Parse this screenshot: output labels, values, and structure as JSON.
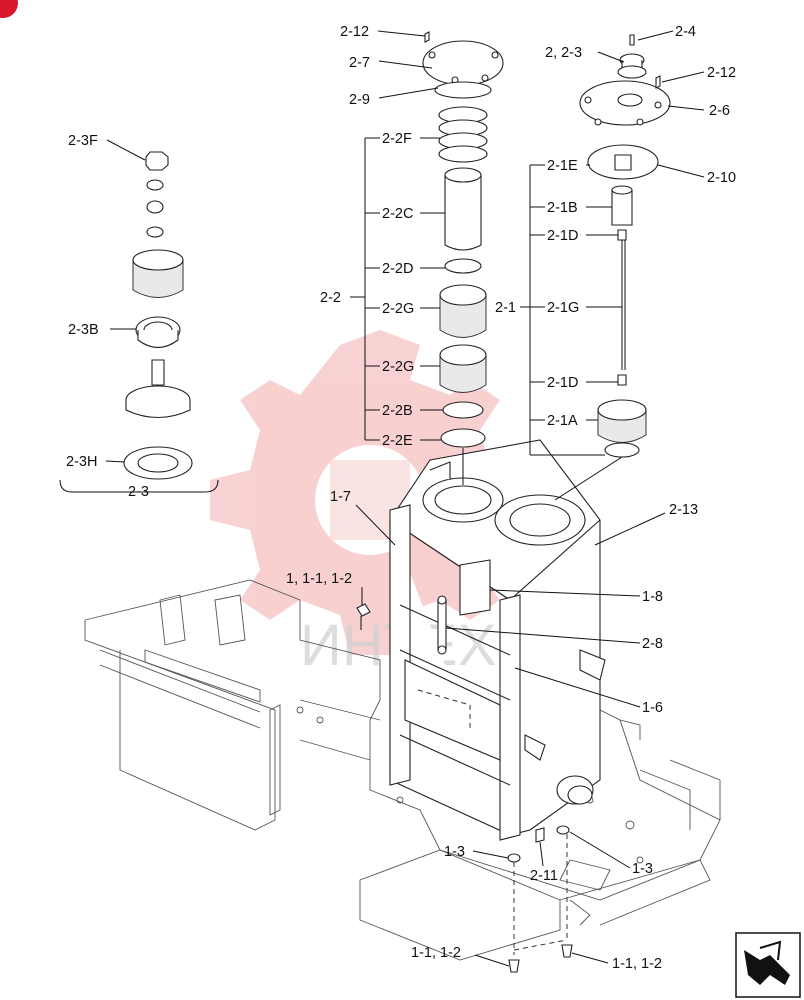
{
  "labels": {
    "l_2_12_top": "2-12",
    "l_2_7": "2-7",
    "l_2_9": "2-9",
    "l_2_4": "2-4",
    "l_2_2_3": "2, 2-3",
    "l_2_12_right": "2-12",
    "l_2_6": "2-6",
    "l_2_10": "2-10",
    "l_2_2F": "2-2F",
    "l_2_1E": "2-1E",
    "l_2_3F": "2-3F",
    "l_2_2C": "2-2C",
    "l_2_1B": "2-1B",
    "l_2_1D_top": "2-1D",
    "l_2_2D": "2-2D",
    "l_2_2": "2-2",
    "l_2_2G_a": "2-2G",
    "l_2_1": "2-1",
    "l_2_1G": "2-1G",
    "l_2_3B": "2-3B",
    "l_2_2G_b": "2-2G",
    "l_2_1D_bot": "2-1D",
    "l_2_2B": "2-2B",
    "l_2_1A": "2-1A",
    "l_2_2E": "2-2E",
    "l_2_3H": "2-3H",
    "l_2_3": "2-3",
    "l_1_7": "1-7",
    "l_2_13": "2-13",
    "l_1_1_1_2_top": "1, 1-1, 1-2",
    "l_1_8": "1-8",
    "l_2_8": "2-8",
    "l_1_6": "1-6",
    "l_1_3_left": "1-3",
    "l_2_11": "2-11",
    "l_1_3_right": "1-3",
    "l_1_1_1_2_bl": "1-1, 1-2",
    "l_1_1_1_2_br": "1-1, 1-2"
  },
  "watermark": {
    "text": "ИНТЕХ",
    "color": "#e03030"
  },
  "icons": {
    "corner_badge": "red-corner-badge",
    "nav": "forward-arrow-icon"
  }
}
